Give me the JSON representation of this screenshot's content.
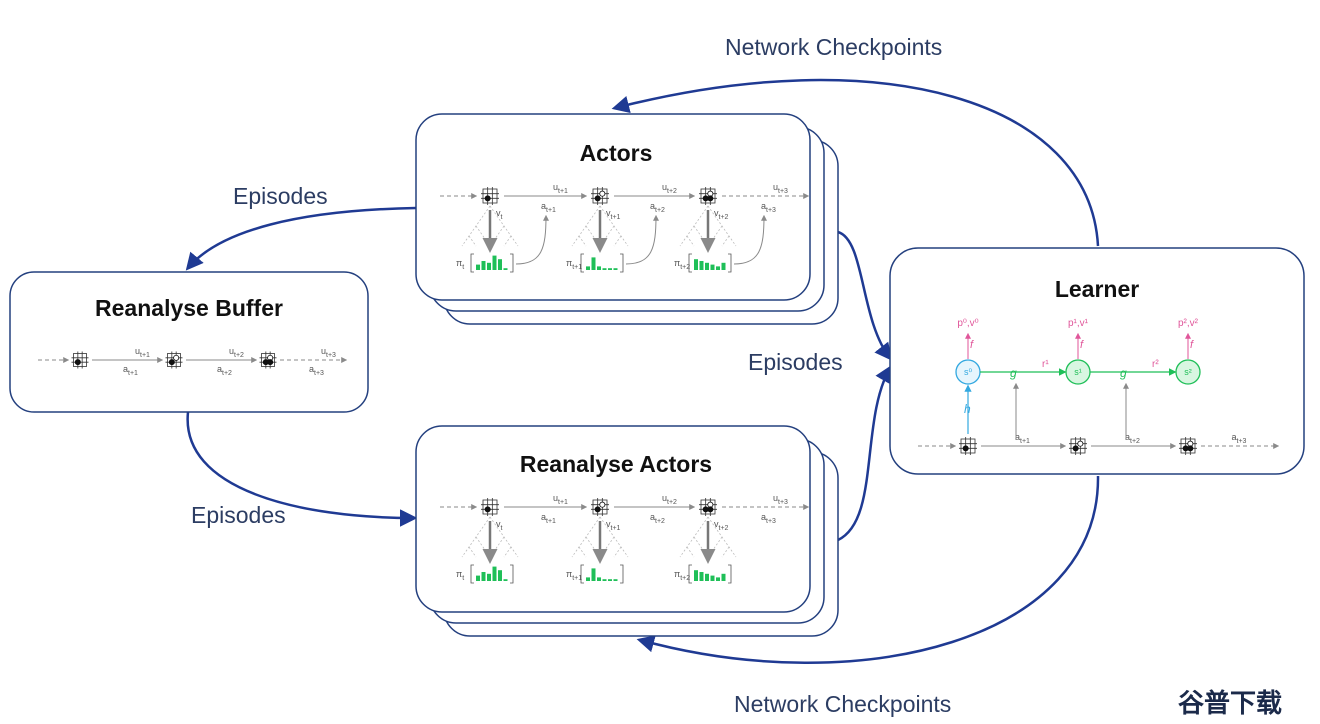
{
  "diagram": {
    "boxes": {
      "actors": "Actors",
      "reanalyse_buffer": "Reanalyse Buffer",
      "reanalyse_actors": "Reanalyse Actors",
      "learner": "Learner"
    },
    "edges": {
      "network_checkpoints_top": "Network Checkpoints",
      "network_checkpoints_bottom": "Network Checkpoints",
      "episodes_actors_to_buffer": "Episodes",
      "episodes_buffer_to_reanalyse": "Episodes",
      "episodes_to_learner": "Episodes"
    },
    "trajectory": {
      "u": [
        "u",
        "u",
        "u"
      ],
      "u_sub": [
        "t+1",
        "t+2",
        "t+3"
      ],
      "a": [
        "a",
        "a",
        "a"
      ],
      "a_sub": [
        "t+1",
        "t+2",
        "t+3"
      ],
      "v": [
        "v",
        "v",
        "v"
      ],
      "v_sub": [
        "t",
        "t+1",
        "t+2"
      ],
      "pi": [
        "π",
        "π",
        "π"
      ],
      "pi_sub": [
        "t",
        "t+1",
        "t+2"
      ]
    },
    "learner_model": {
      "states": [
        "s⁰",
        "s¹",
        "s²"
      ],
      "predictions": [
        "p⁰,v⁰",
        "p¹,v¹",
        "p²,v²"
      ],
      "prediction_fn": "f",
      "dynamics_fn": "g",
      "representation_fn": "h",
      "rewards": [
        "r¹",
        "r²"
      ],
      "actions": [
        "a",
        "a",
        "a"
      ],
      "action_subs": [
        "t+1",
        "t+2",
        "t+3"
      ]
    },
    "policy_bars": [
      [
        3,
        5,
        4,
        8,
        6,
        1
      ],
      [
        2,
        7,
        2,
        1,
        1,
        1
      ],
      [
        6,
        5,
        4,
        3,
        2,
        4
      ]
    ]
  },
  "watermark": "谷普下载",
  "colors": {
    "arrow": "#1f3a93",
    "box_stroke": "#24407f",
    "label": "#2c3d63",
    "green": "#1fbf58",
    "pink": "#e0569a",
    "blue": "#32a8e0",
    "gray": "#8a8a8a"
  }
}
